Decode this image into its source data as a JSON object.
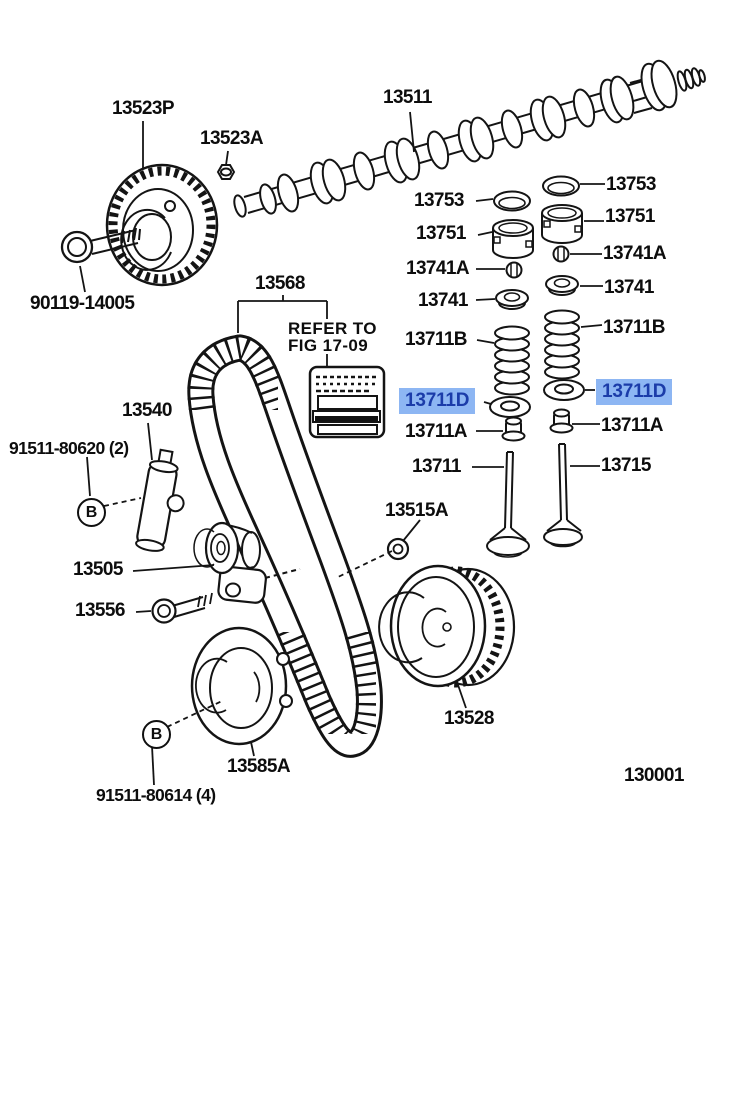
{
  "figure": {
    "code": "130001"
  },
  "note": {
    "line1": "REFER TO",
    "line2": "FIG 17-09"
  },
  "highlight": {
    "background": "#8db6f3",
    "text_color": "#1b3ca9"
  },
  "callout": {
    "b": "B"
  },
  "labels": {
    "cam_gear": "13523P",
    "cam_nut": "13523A",
    "camshaft": "13511",
    "gear_bolt": "90119-14005",
    "timing_belt": "13568",
    "shim_left": "13753",
    "shim_right": "13753",
    "lifter_left": "13751",
    "lifter_right": "13751",
    "keeper_left": "13741A",
    "keeper_right": "13741A",
    "retainer_left": "13741",
    "retainer_right": "13741",
    "spring_left": "13711B",
    "spring_right": "13711B",
    "seat_left": "13711D",
    "seat_right": "13711D",
    "seal_left": "13711A",
    "seal_right": "13711A",
    "valve_intake": "13711",
    "valve_exhaust": "13715",
    "tensioner": "13540",
    "tensioner_bolt": "91511-80620 (2)",
    "idler": "13505",
    "idler_bolt": "13556",
    "grommet": "13515A",
    "crank_gear": "13528",
    "belt_guide": "13585A",
    "guide_bolt": "91511-80614 (4)"
  }
}
